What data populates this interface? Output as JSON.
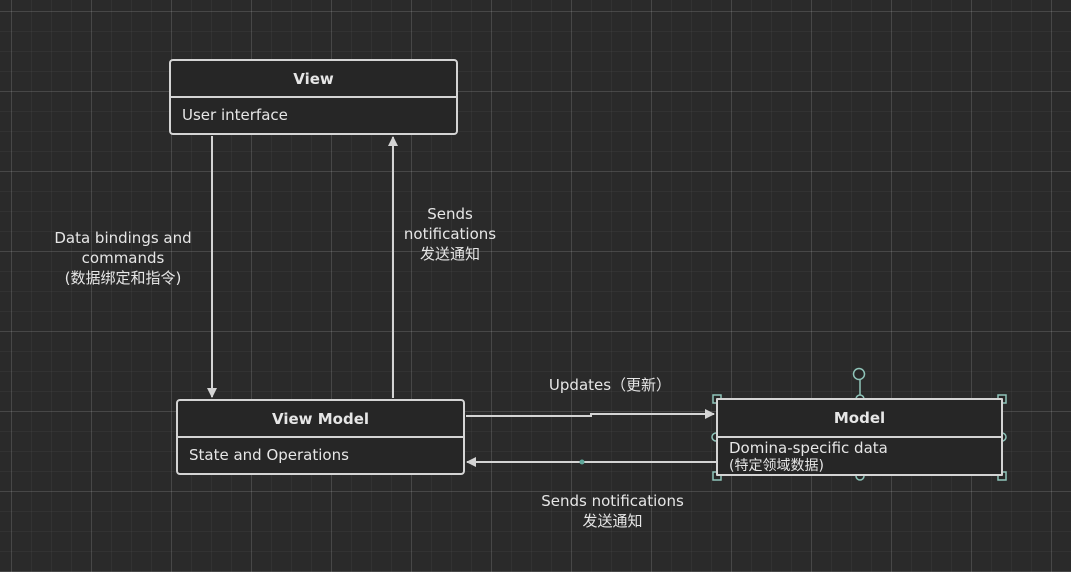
{
  "nodes": {
    "view": {
      "title": "View",
      "desc": "User interface"
    },
    "view_model": {
      "title": "View Model",
      "desc": "State and Operations"
    },
    "model": {
      "title": "Model",
      "desc": "Domina-specific data",
      "desc_cn": "(特定领域数据)"
    }
  },
  "edges": {
    "view_to_vm": {
      "line1": "Data bindings and",
      "line2": "commands",
      "line3": "(数据绑定和指令)"
    },
    "vm_to_view": {
      "line1": "Sends",
      "line2": "notifications",
      "line3": "发送通知"
    },
    "vm_to_model": {
      "label": "Updates（更新）"
    },
    "model_to_vm": {
      "line1": "Sends notifications",
      "line2": "发送通知"
    }
  },
  "colors": {
    "background": "#2a2a2a",
    "stroke": "#d4d4d4",
    "selection": "#5fa79a"
  }
}
